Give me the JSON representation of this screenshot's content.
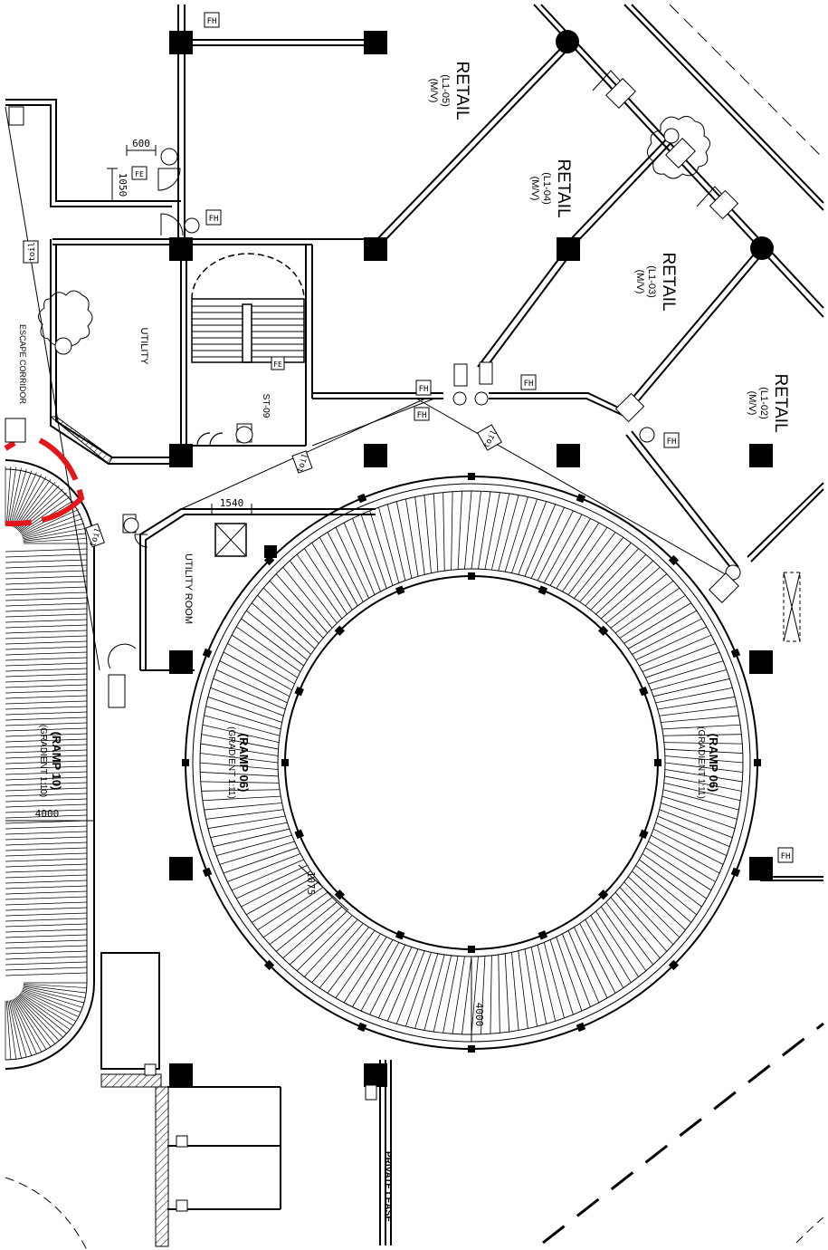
{
  "retail_units": [
    {
      "title": "RETAIL",
      "code": "(L1-05)",
      "mode": "(M/V)"
    },
    {
      "title": "RETAIL",
      "code": "(L1-04)",
      "mode": "(M/V)"
    },
    {
      "title": "RETAIL",
      "code": "(L1-03)",
      "mode": "(M/V)"
    },
    {
      "title": "RETAIL",
      "code": "(L1-02)",
      "mode": "(M/V)"
    }
  ],
  "rooms": {
    "utility": "UTILITY",
    "utility_room": "UTILITY ROOM",
    "escape_corridor": "ESCAPE CORRIDOR",
    "stair": "ST-09"
  },
  "ramps": {
    "ramp06_name": "(RAMP 06)",
    "ramp06_gradient": "(GRADIENT 1:11)",
    "ramp10_name": "(RAMP 10)",
    "ramp10_gradient": "(GRADIENT 1:10)"
  },
  "dimensions": {
    "d600": "600",
    "d1050": "1050",
    "d1540": "1540",
    "d4000_ramp10": "4000",
    "d4000_ramp06": "4000",
    "d1075": "1075"
  },
  "tags": {
    "fire_hose": "FH",
    "fire_ext": "FE",
    "toilet": "toil",
    "private_lease": "PRIVATE LEASE"
  },
  "colors": {
    "markup": "#e3161b",
    "line": "#000000"
  }
}
